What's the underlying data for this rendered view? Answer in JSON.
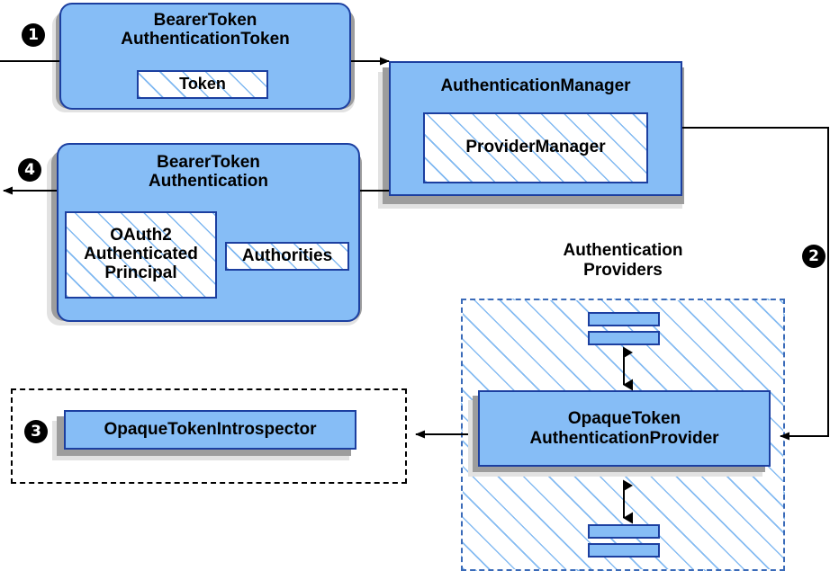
{
  "diagram": {
    "title": "Bearer Token Opaque Authentication Flow",
    "colors": {
      "node_fill": "#86bdf6",
      "node_border": "#1c3fa0",
      "hatch_line": "#78b4f0",
      "shadow": "#9d9d9d",
      "shadow_light": "#e2e2e2",
      "group_dashed_black": "#000000",
      "group_dashed_blue": "#3a6ab8",
      "badge_fill": "#000000",
      "badge_text": "#ffffff",
      "background": "#ffffff"
    },
    "nodes": {
      "bearer_token_authentication_token": {
        "label": "BearerToken\nAuthenticationToken",
        "line1": "BearerToken",
        "line2": "AuthenticationToken",
        "compartment": "Token"
      },
      "authentication_manager": {
        "label": "AuthenticationManager",
        "compartment": "ProviderManager"
      },
      "bearer_token_authentication": {
        "label": "BearerToken\nAuthentication",
        "line1": "BearerToken",
        "line2": "Authentication",
        "compartment_principal": "OAuth2\nAuthenticated\nPrincipal",
        "compartment_principal_lines": [
          "OAuth2",
          "Authenticated",
          "Principal"
        ],
        "compartment_authorities": "Authorities"
      },
      "opaque_token_authentication_provider": {
        "label": "OpaqueToken\nAuthenticationProvider",
        "line1": "OpaqueToken",
        "line2": "AuthenticationProvider"
      },
      "opaque_token_introspector": {
        "label": "OpaqueTokenIntrospector"
      }
    },
    "groups": {
      "authentication_providers": {
        "label": "Authentication\nProviders",
        "line1": "Authentication",
        "line2": "Providers"
      },
      "introspector_group": {
        "label": ""
      }
    },
    "badges": [
      {
        "id": "step-1",
        "number": "❶",
        "text": "1"
      },
      {
        "id": "step-2",
        "number": "❷",
        "text": "2"
      },
      {
        "id": "step-3",
        "number": "❸",
        "text": "3"
      },
      {
        "id": "step-4",
        "number": "❹",
        "text": "4"
      }
    ],
    "provider_bars": {
      "top_pair_count": 2,
      "bottom_pair_count": 2
    }
  }
}
